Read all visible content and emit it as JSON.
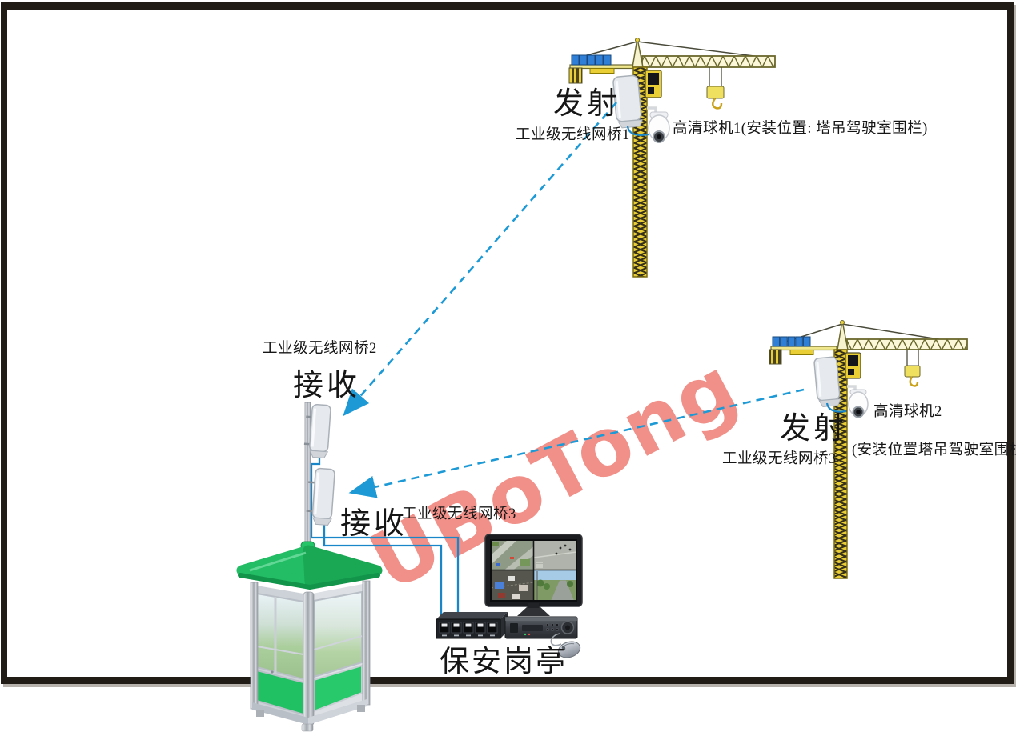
{
  "watermark": {
    "text": "UBoTong",
    "color": "#ee7870"
  },
  "crane1": {
    "transmit_label": "发射",
    "bridge_label": "工业级无线网桥1",
    "camera_label": "高清球机1(安装位置: 塔吊驾驶室围栏)"
  },
  "crane2": {
    "transmit_label": "发射",
    "bridge_label": "工业级无线网桥3",
    "camera_label": "高清球机2",
    "camera_location_label": "(安装位置塔吊驾驶室围栏)"
  },
  "receiver": {
    "bridge2_label": "工业级无线网桥2",
    "receive1_label": "接收",
    "receive2_label": "接收",
    "bridge3_label": "工业级无线网桥3"
  },
  "booth": {
    "label": "保安岗亭"
  },
  "colors": {
    "wireless_link": "#1d9ad6",
    "cable": "#1886c9",
    "watermark": "#ee7870",
    "booth_green": "#21c25f",
    "crane_yellow": "#e9cf35",
    "counterweight_blue": "#2f7fd6"
  }
}
